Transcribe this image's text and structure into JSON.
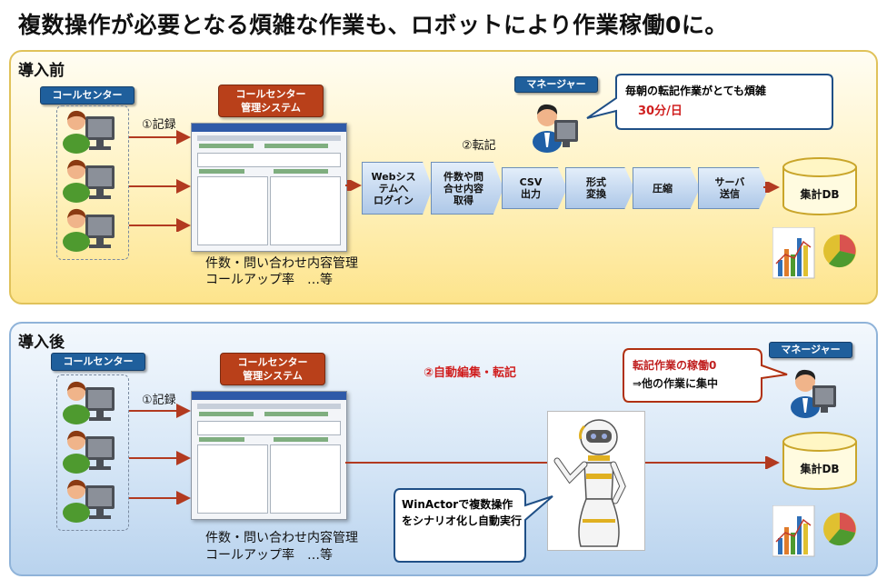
{
  "title": "複数操作が必要となる煩雑な作業も、ロボットにより作業稼働0に。",
  "before": {
    "section_label": "導入前",
    "call_center_chip": "コールセンター",
    "system_chip": "コールセンター\n管理システム",
    "record_label": "①記録",
    "transfer_label": "②転記",
    "manager_chip": "マネージャー",
    "callout_line1": "毎朝の転記作業がとても煩雑",
    "callout_line2": "30分/日",
    "steps": [
      "Webシス\nテムへ\nログイン",
      "件数や問\n合せ内容\n取得",
      "CSV\n出力",
      "形式\n変換",
      "圧縮",
      "サーバ\n送信"
    ],
    "db_label": "集計DB",
    "caption_line1": "件数・問い合わせ内容管理",
    "caption_line2": "コールアップ率　…等"
  },
  "after": {
    "section_label": "導入後",
    "call_center_chip": "コールセンター",
    "system_chip": "コールセンター\n管理システム",
    "record_label": "①記録",
    "auto_label": "②自動編集・転記",
    "manager_chip": "マネージャー",
    "callout_line1": "転記作業の稼働0",
    "callout_line2": "⇒他の作業に集中",
    "robot_callout": "WinActorで複数操作をシナリオ化し自動実行",
    "db_label": "集計DB",
    "caption_line1": "件数・問い合わせ内容管理",
    "caption_line2": "コールアップ率　…等"
  },
  "colors": {
    "chip_blue": "#1f5f9c",
    "chip_red": "#b9401a",
    "arrow_red": "#b23a20",
    "alert_red": "#d01f1f"
  }
}
